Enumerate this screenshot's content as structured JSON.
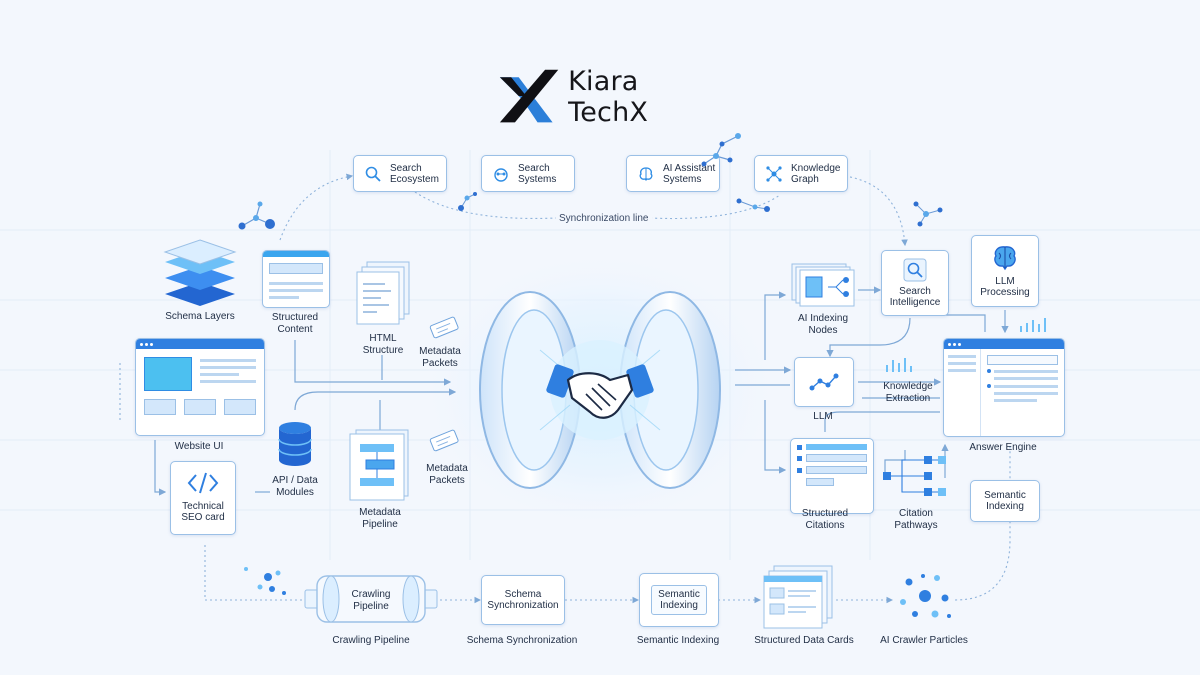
{
  "brand": {
    "name": "Kiara TechX"
  },
  "top_nodes": [
    {
      "label": "Search\nEcosystem",
      "icon": "magnifier-icon"
    },
    {
      "label": "Search\nSystems",
      "icon": "network-cloud-icon"
    },
    {
      "label": "AI Assistant\nSystems",
      "icon": "brain-icon"
    },
    {
      "label": "Knowledge\nGraph",
      "icon": "graph-icon"
    }
  ],
  "sync_line": "Synchronization line",
  "left_nodes": {
    "schema_layers": "Schema Layers",
    "structured_content": "Structured\nContent",
    "html_structure": "HTML\nStructure",
    "metadata_packets_1": "Metadata\nPackets",
    "metadata_packets_2": "Metadata\nPackets",
    "website_ui": "Website UI",
    "technical_seo": "Technical\nSEO card",
    "api_modules": "API / Data\nModules",
    "metadata_pipeline": "Metadata\nPipeline"
  },
  "right_nodes": {
    "ai_indexing_nodes": "AI Indexing\nNodes",
    "search_intelligence": "Search\nIntelligence",
    "llm_processing": "LLM\nProcessing",
    "llm": "LLM",
    "knowledge_extraction": "Knowledge\nExtraction",
    "answer_engine": "Answer Engine",
    "structured_citations": "Structured\nCitations",
    "citation_pathways": "Citation\nPathways",
    "semantic_indexing_box": "Semantic\nIndexing"
  },
  "bottom_row": [
    {
      "box": "Crawling\nPipeline",
      "caption": "Crawling Pipeline"
    },
    {
      "box": "Schema\nSynchronization",
      "caption": "Schema Synchronization"
    },
    {
      "box": "Semantic\nIndexing",
      "caption": "Semantic Indexing"
    },
    {
      "box": "",
      "caption": "Structured Data Cards"
    },
    {
      "box": "",
      "caption": "AI Crawler Particles"
    }
  ],
  "colors": {
    "accent": "#2f8de4",
    "accent_light": "#5ec8f2",
    "line": "#7ea8d6",
    "text": "#1f2d44",
    "background": "#f3f7fd"
  }
}
